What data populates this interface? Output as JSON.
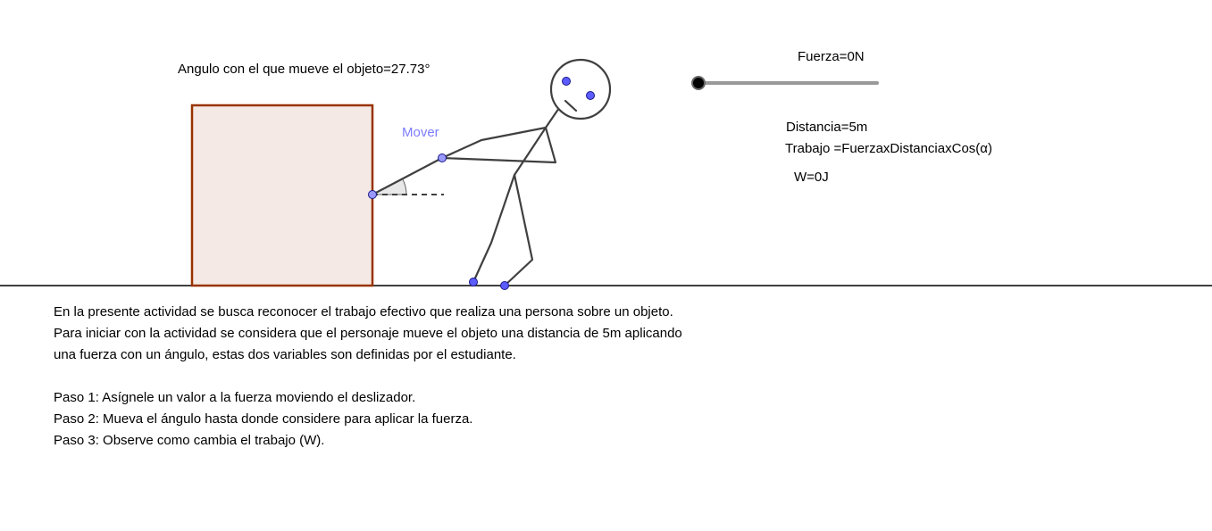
{
  "angle_text": "Angulo con el que mueve el objeto=27.73°",
  "force_text": "Fuerza=0N",
  "distance_text": "Distancia=5m",
  "work_formula_text": "Trabajo =FuerzaxDistanciaxCos(α)",
  "work_value_text": "W=0J",
  "mover_text": "Mover",
  "force_value_N": 0,
  "angle_deg": 27.73,
  "instructions": {
    "intro": [
      "En la presente actividad se busca reconocer el trabajo efectivo que realiza una persona sobre un objeto.",
      "Para iniciar con la actividad se considera que el personaje mueve el objeto una distancia de 5m aplicando",
      "una fuerza con un ángulo, estas dos variables son definidas por el estudiante."
    ],
    "steps": [
      "Paso 1: Asígnele un valor a la fuerza moviendo el deslizador.",
      "Paso 2: Mueva el ángulo hasta donde considere para aplicar la fuerza.",
      "Paso 3: Observe como cambia el trabajo (W)."
    ]
  },
  "colors": {
    "box_fill": "#f4e9e5",
    "box_stroke": "#993300",
    "stick": "#404040",
    "point": "#5c5cff",
    "mover": "#7d7dff",
    "slider_track": "#999999",
    "ground": "#404040"
  }
}
